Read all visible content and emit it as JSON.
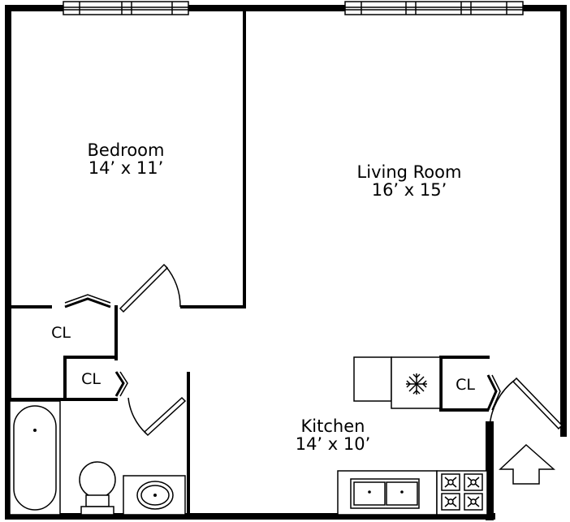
{
  "rooms": {
    "bedroom": {
      "name": "Bedroom",
      "size": "14’ x 11’"
    },
    "living_room": {
      "name": "Living Room",
      "size": "16’ x 15’"
    },
    "kitchen": {
      "name": "Kitchen",
      "size": "14’ x 10’"
    }
  },
  "closets": {
    "hall": "CL",
    "bath": "CL",
    "kitchen": "CL"
  },
  "icons": {
    "refrigerator": "snowflake-icon",
    "entrance": "up-arrow-icon"
  }
}
